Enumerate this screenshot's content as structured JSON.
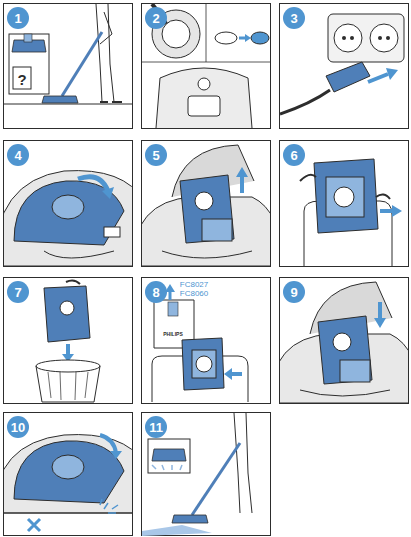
{
  "diagram": {
    "nodes": [
      {
        "text": [
          "1"
        ]
      },
      {
        "text": [
          "2"
        ]
      },
      {
        "text": [
          "3"
        ]
      },
      {
        "text": [
          "4"
        ]
      },
      {
        "text": [
          "5"
        ]
      },
      {
        "text": [
          "6"
        ]
      },
      {
        "text": [
          "7"
        ]
      },
      {
        "text": [
          "8"
        ]
      },
      {
        "text": [
          "9"
        ]
      },
      {
        "text": [
          "10"
        ]
      },
      {
        "text": [
          "11"
        ]
      }
    ],
    "labels": [
      "?",
      "FC8027",
      "FC8060",
      "PHILIPS"
    ]
  }
}
